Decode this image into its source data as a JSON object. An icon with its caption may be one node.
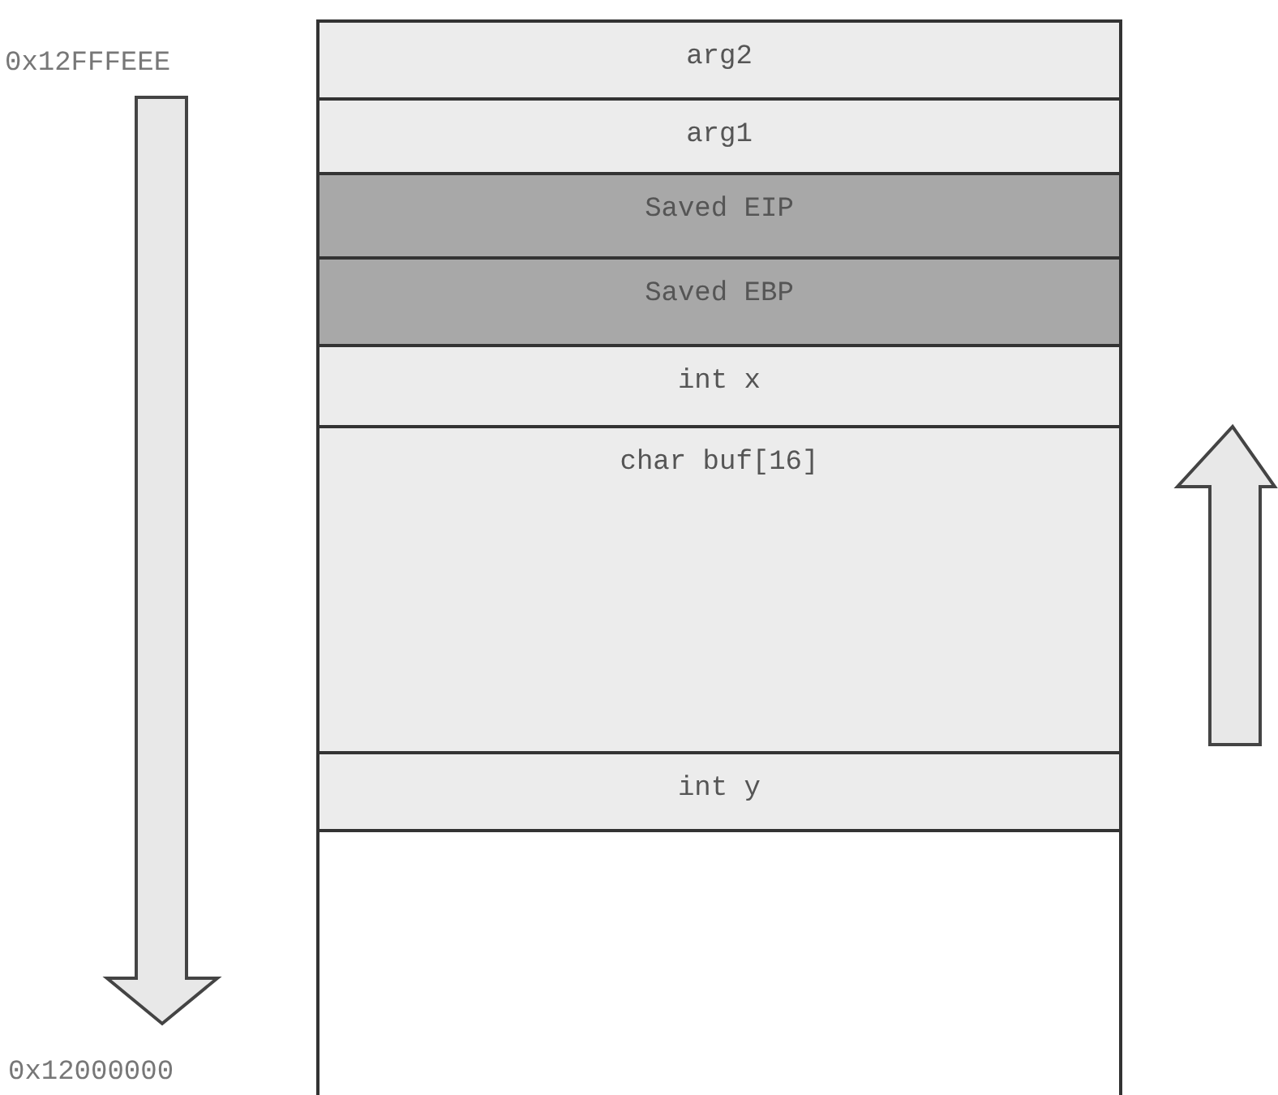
{
  "diagram": {
    "nodes": [
      {
        "text": [
          "arg2"
        ]
      },
      {
        "text": [
          "arg1"
        ]
      },
      {
        "text": [
          "Saved EIP"
        ]
      },
      {
        "text": [
          "Saved EBP"
        ]
      },
      {
        "text": [
          "int x"
        ]
      },
      {
        "text": [
          "char buf[16]"
        ]
      },
      {
        "text": [
          "int y"
        ]
      },
      {
        "text": [],
        "shape": "box"
      }
    ],
    "edges": [],
    "labels": [
      "0x12FFFEEE",
      "0x12000000"
    ]
  }
}
